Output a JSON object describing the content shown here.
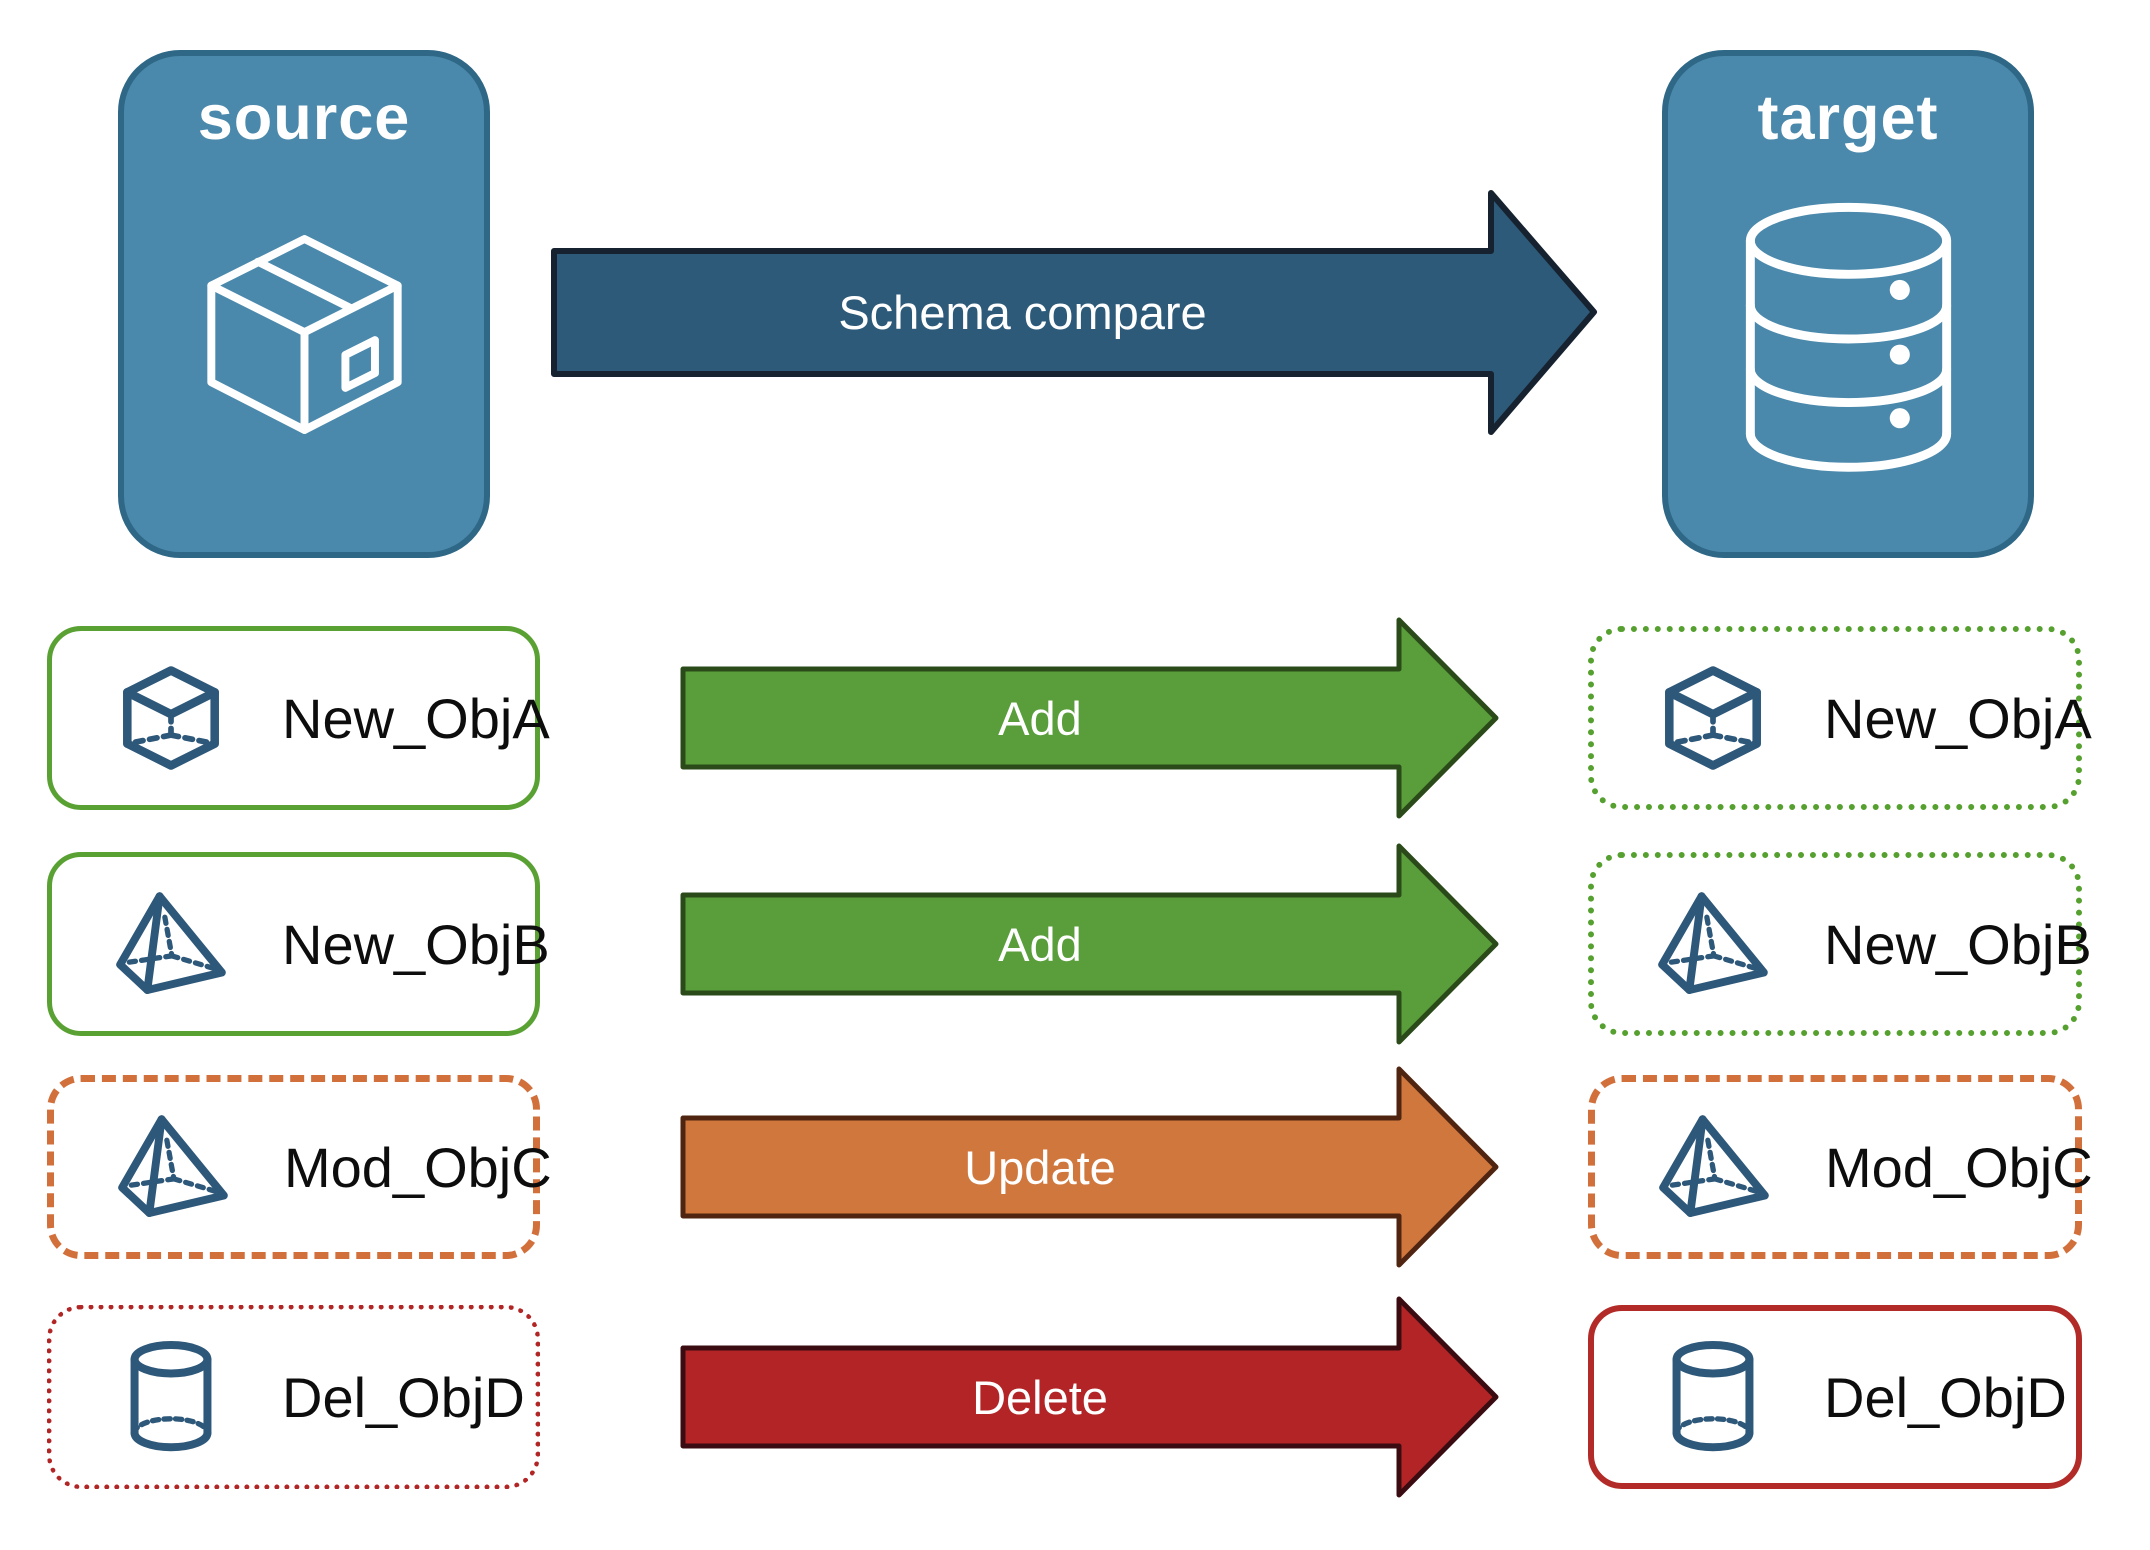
{
  "source": {
    "label": "source",
    "icon": "package-icon"
  },
  "target": {
    "label": "target",
    "icon": "database-icon"
  },
  "compare": {
    "label": "Schema compare"
  },
  "rows": [
    {
      "name": "New_ObjA",
      "action": "Add",
      "object_icon": "cube-icon",
      "source_border": "solid-green",
      "target_border": "dotted-green"
    },
    {
      "name": "New_ObjB",
      "action": "Add",
      "object_icon": "pyramid-icon",
      "source_border": "solid-green",
      "target_border": "dotted-green"
    },
    {
      "name": "Mod_ObjC",
      "action": "Update",
      "object_icon": "pyramid-icon",
      "source_border": "dashed-orange",
      "target_border": "dashed-orange"
    },
    {
      "name": "Del_ObjD",
      "action": "Delete",
      "object_icon": "cylinder-icon",
      "source_border": "dotted-red",
      "target_border": "solid-red"
    }
  ],
  "colors": {
    "endpoint_fill": "#4A89AC",
    "endpoint_border": "#2F6886",
    "compare_arrow_fill": "#2E5A7A",
    "compare_arrow_border": "#16222F",
    "add_arrow_fill": "#599E3A",
    "add_arrow_border": "#2B4A19",
    "update_arrow_fill": "#D0773E",
    "update_arrow_border": "#4F2410",
    "delete_arrow_fill": "#B22425",
    "delete_arrow_border": "#3A0C12",
    "green_border": "#5AA134",
    "orange_border": "#D2703C",
    "red_border": "#B22525",
    "object_icon_stroke": "#2E587A",
    "label_text": "#0D0D0D"
  }
}
